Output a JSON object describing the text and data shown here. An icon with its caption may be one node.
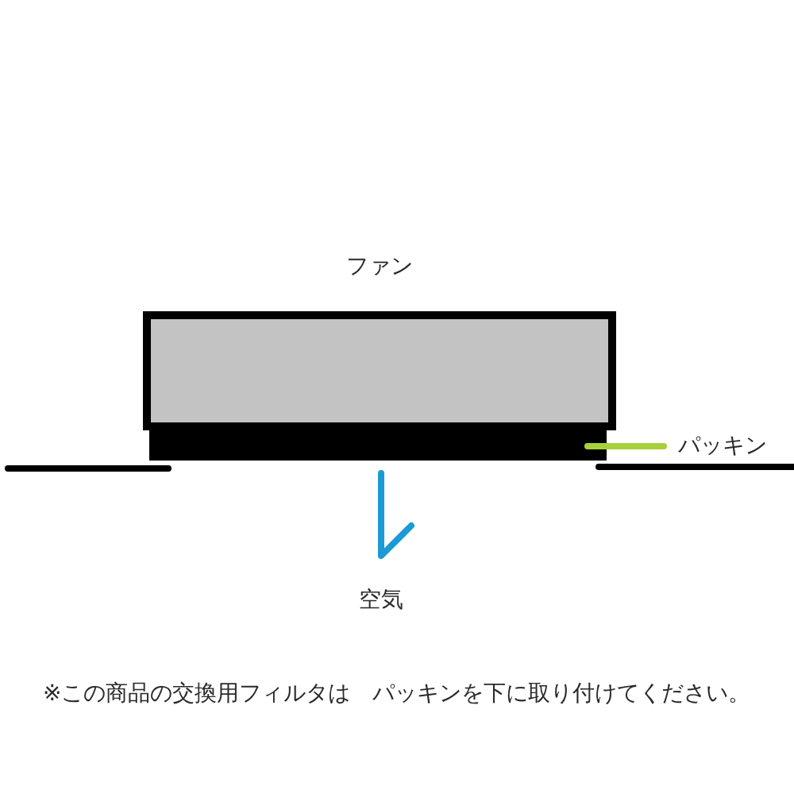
{
  "diagram": {
    "nodes": [
      {
        "text": [
          "ファン"
        ]
      },
      {
        "text": [],
        "shape": "bar"
      },
      {
        "text": [
          "パッキン"
        ]
      }
    ],
    "edges": [
      {
        "from": 2,
        "to": 1,
        "arrow": "none",
        "color": "#a6d13c"
      }
    ],
    "labels": [
      "空気",
      "※この商品の交換用フィルタは　パッキンを下に取り付けてください。"
    ]
  }
}
